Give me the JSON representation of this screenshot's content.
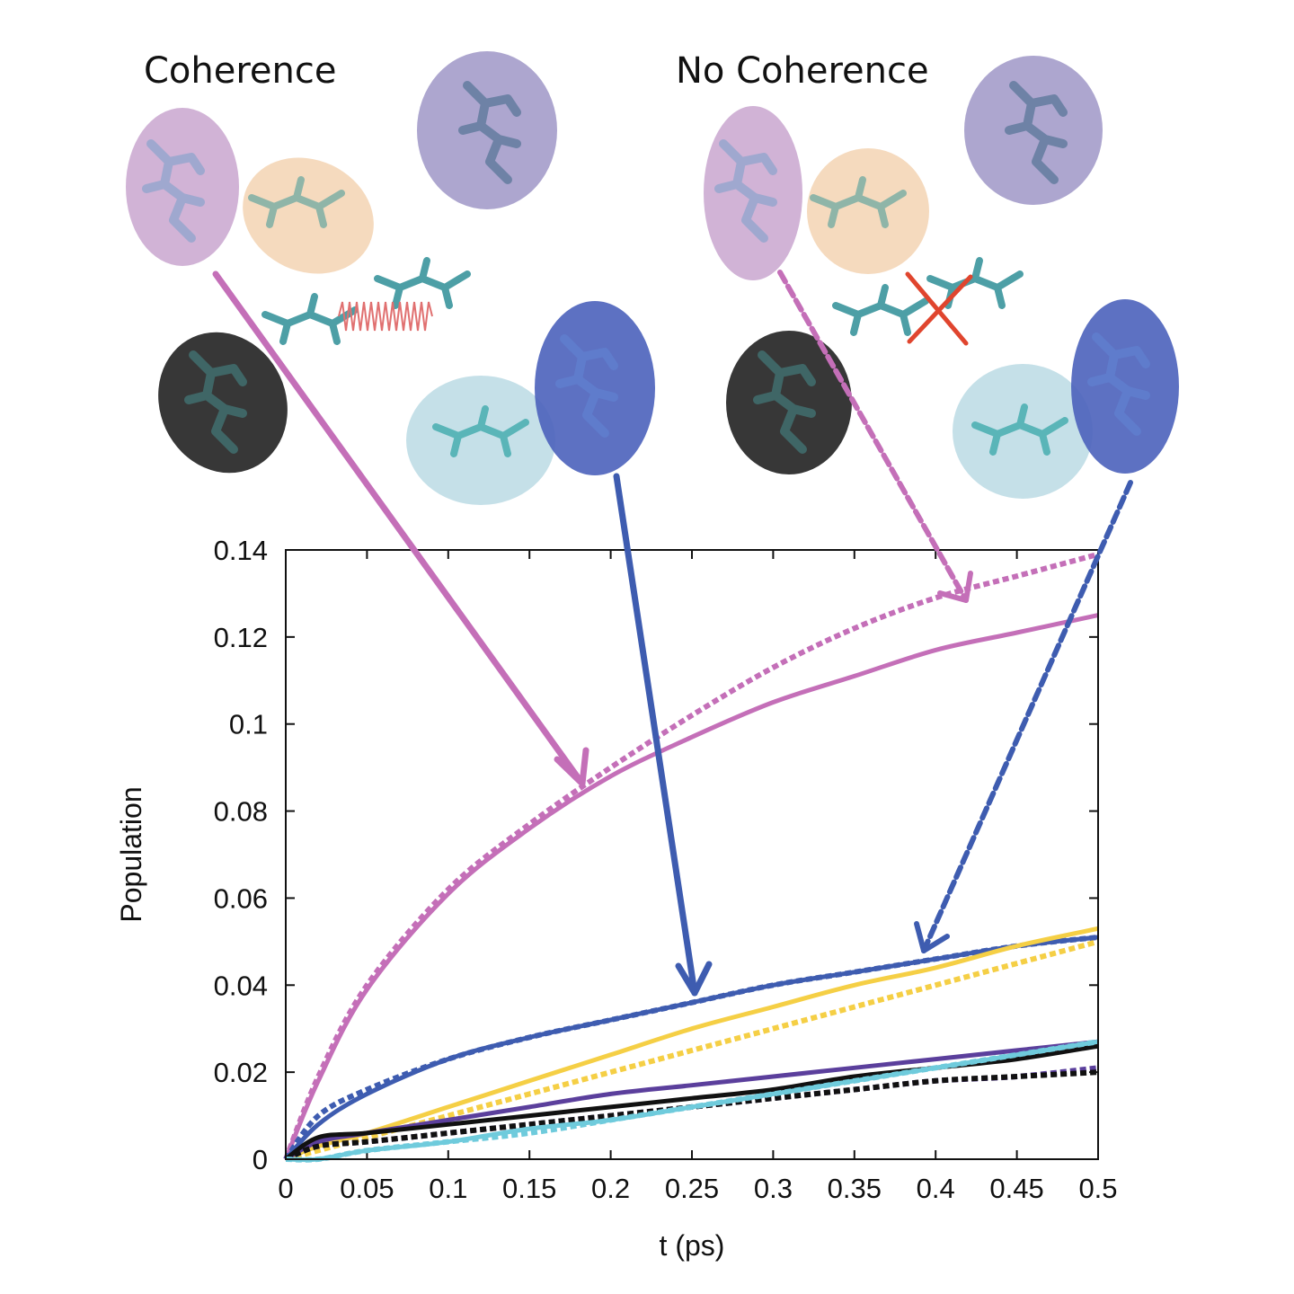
{
  "panels": {
    "left_title": "Coherence",
    "right_title": "No Coherence"
  },
  "colors": {
    "magenta": "#c46fb8",
    "blue": "#3e5cb0",
    "yellow": "#f5cf45",
    "purple": "#5b3f9c",
    "black": "#111111",
    "cyan": "#6fcbdc",
    "coupling_spring": "#e07070",
    "cross_mark": "#e0452e",
    "ellipse_pink": "#c9a6cf",
    "ellipse_orange": "#f3d4b3",
    "ellipse_lavender": "#9f97c7",
    "ellipse_dark": "#262626",
    "ellipse_lightblue": "#bfdde6",
    "ellipse_blue": "#4b62bb"
  },
  "chart_data": {
    "type": "line",
    "xlabel": "t (ps)",
    "ylabel": "Population",
    "xlim": [
      0,
      0.5
    ],
    "ylim": [
      0,
      0.14
    ],
    "xticks": [
      "0",
      "0.05",
      "0.1",
      "0.15",
      "0.2",
      "0.25",
      "0.3",
      "0.35",
      "0.4",
      "0.45",
      "0.5"
    ],
    "yticks": [
      "0",
      "0.02",
      "0.04",
      "0.06",
      "0.08",
      "0.1",
      "0.12",
      "0.14"
    ],
    "grid": false,
    "legend": "none",
    "x": [
      0,
      0.02,
      0.05,
      0.1,
      0.15,
      0.2,
      0.25,
      0.3,
      0.35,
      0.4,
      0.45,
      0.5
    ],
    "series": [
      {
        "color": "#c46fb8",
        "style": "solid",
        "values": [
          0,
          0.018,
          0.039,
          0.061,
          0.076,
          0.088,
          0.097,
          0.105,
          0.111,
          0.117,
          0.121,
          0.125
        ]
      },
      {
        "color": "#c46fb8",
        "style": "dashed",
        "values": [
          0,
          0.019,
          0.04,
          0.062,
          0.077,
          0.09,
          0.102,
          0.113,
          0.122,
          0.129,
          0.134,
          0.139
        ]
      },
      {
        "color": "#3e5cb0",
        "style": "solid",
        "values": [
          0,
          0.008,
          0.015,
          0.023,
          0.028,
          0.032,
          0.036,
          0.04,
          0.043,
          0.046,
          0.049,
          0.051
        ]
      },
      {
        "color": "#3e5cb0",
        "style": "dashed",
        "values": [
          0,
          0.01,
          0.016,
          0.023,
          0.028,
          0.032,
          0.036,
          0.04,
          0.043,
          0.046,
          0.049,
          0.051
        ]
      },
      {
        "color": "#f5cf45",
        "style": "solid",
        "values": [
          0,
          0.003,
          0.006,
          0.012,
          0.018,
          0.024,
          0.03,
          0.035,
          0.04,
          0.044,
          0.049,
          0.053
        ]
      },
      {
        "color": "#f5cf45",
        "style": "dashed",
        "values": [
          0,
          0.002,
          0.005,
          0.01,
          0.015,
          0.02,
          0.025,
          0.03,
          0.035,
          0.04,
          0.045,
          0.05
        ]
      },
      {
        "color": "#5b3f9c",
        "style": "solid",
        "values": [
          0,
          0.004,
          0.006,
          0.009,
          0.012,
          0.015,
          0.017,
          0.019,
          0.021,
          0.023,
          0.025,
          0.027
        ]
      },
      {
        "color": "#5b3f9c",
        "style": "dashed",
        "values": [
          0,
          0.003,
          0.004,
          0.006,
          0.008,
          0.01,
          0.012,
          0.014,
          0.016,
          0.018,
          0.019,
          0.021
        ]
      },
      {
        "color": "#111111",
        "style": "solid",
        "values": [
          0,
          0.005,
          0.006,
          0.008,
          0.01,
          0.012,
          0.014,
          0.016,
          0.019,
          0.021,
          0.023,
          0.026
        ]
      },
      {
        "color": "#111111",
        "style": "dashed",
        "values": [
          0,
          0.003,
          0.004,
          0.006,
          0.008,
          0.01,
          0.012,
          0.014,
          0.016,
          0.018,
          0.019,
          0.02
        ]
      },
      {
        "color": "#6fcbdc",
        "style": "solid",
        "values": [
          0,
          0.0,
          0.002,
          0.004,
          0.007,
          0.009,
          0.012,
          0.015,
          0.018,
          0.021,
          0.024,
          0.027
        ]
      },
      {
        "color": "#6fcbdc",
        "style": "dashed",
        "values": [
          0,
          0.0,
          0.002,
          0.004,
          0.006,
          0.009,
          0.012,
          0.015,
          0.018,
          0.021,
          0.024,
          0.027
        ]
      }
    ]
  }
}
